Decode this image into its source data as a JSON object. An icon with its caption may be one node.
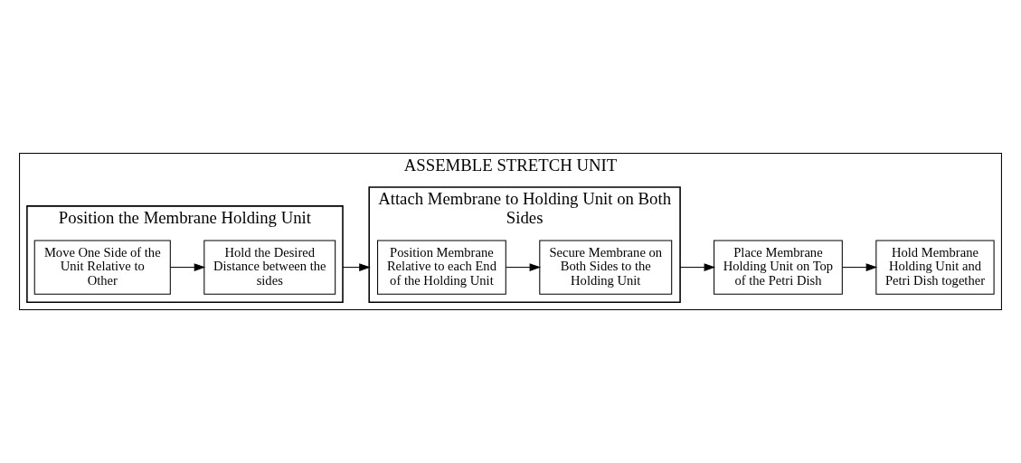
{
  "diagram": {
    "nodes": [
      {
        "text": [
          "ASSEMBLE STRETCH UNIT"
        ]
      },
      {
        "text": [
          "Position the Membrane Holding Unit"
        ],
        "in": 0
      },
      {
        "text": [
          "Move One Side of the Unit Relative to Other"
        ],
        "in": 1
      },
      {
        "text": [
          "Hold the Desired Distance between the sides"
        ],
        "in": 1
      },
      {
        "text": [
          "Attach Membrane to Holding Unit on Both Sides"
        ],
        "in": 0
      },
      {
        "text": [
          "Position Membrane Relative to each End of the Holding Unit"
        ],
        "in": 4
      },
      {
        "text": [
          "Secure Membrane on Both Sides to the Holding Unit"
        ],
        "in": 4
      },
      {
        "text": [
          "Place Membrane Holding Unit on Top of the Petri Dish"
        ],
        "in": 0
      },
      {
        "text": [
          "Hold Membrane Holding Unit and Petri Dish together"
        ],
        "in": 0
      }
    ],
    "edges": [
      {
        "from": 2,
        "to": 3,
        "arrow": "to"
      },
      {
        "from": 1,
        "to": 4,
        "arrow": "to"
      },
      {
        "from": 5,
        "to": 6,
        "arrow": "to"
      },
      {
        "from": 4,
        "to": 7,
        "arrow": "to"
      },
      {
        "from": 7,
        "to": 8,
        "arrow": "to"
      }
    ]
  }
}
